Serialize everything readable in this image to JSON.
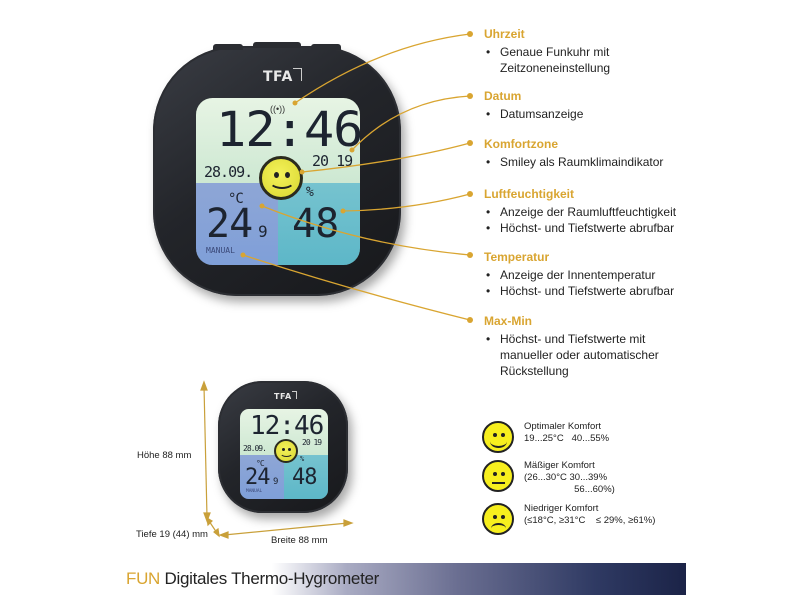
{
  "colors": {
    "accent_gold": "#d9a531",
    "smiley_yellow": "#f7ef1e",
    "device_black": "#1f2024",
    "footer_navy": "#1b2347"
  },
  "device_large": {
    "brand": "TFA",
    "time": "12:46",
    "date": "28.09.",
    "year": "20 19",
    "temp_unit": "°C",
    "temp_value": "24",
    "temp_decimal": "9",
    "humidity_unit": "%",
    "humidity_value": "48",
    "mode": "MANUAL",
    "icons": [
      "radio-signal-icon",
      "smiley-happy-icon"
    ]
  },
  "callouts": [
    {
      "title": "Uhrzeit",
      "bullets": [
        "Genaue Funkuhr mit\nZeitzoneneinstellung"
      ]
    },
    {
      "title": "Datum",
      "bullets": [
        "Datumsanzeige"
      ]
    },
    {
      "title": "Komfortzone",
      "bullets": [
        "Smiley als Raumklimaindikator"
      ]
    },
    {
      "title": "Luftfeuchtigkeit",
      "bullets": [
        "Anzeige der Raumluftfeuchtigkeit",
        "Höchst- und Tiefstwerte abrufbar"
      ]
    },
    {
      "title": "Temperatur",
      "bullets": [
        "Anzeige der Innentemperatur",
        "Höchst- und Tiefstwerte abrufbar"
      ]
    },
    {
      "title": "Max-Min",
      "bullets": [
        "Höchst- und Tiefstwerte mit manueller oder automatischer Rückstellung"
      ]
    }
  ],
  "dimensions": {
    "height": "Höhe 88 mm",
    "depth": "Tiefe 19 (44) mm",
    "width": "Breite 88 mm"
  },
  "device_small": {
    "brand": "TFA",
    "time": "12:46",
    "date": "28.09.",
    "year": "20 19",
    "temp_unit": "°C",
    "temp_value": "24",
    "temp_decimal": "9",
    "humidity_unit": "%",
    "humidity_value": "48",
    "mode": "MANUAL"
  },
  "comfort_legend": [
    {
      "icon": "smiley-happy-icon",
      "label": "Optimaler Komfort",
      "range": "19...25°C   40...55%"
    },
    {
      "icon": "smiley-neutral-icon",
      "label": "Mäßiger Komfort",
      "range": "(26...30°C 30...39%\n                   56...60%)"
    },
    {
      "icon": "smiley-sad-icon",
      "label": "Niedriger Komfort",
      "range": "(≤18°C, ≥31°C    ≤ 29%, ≥61%)"
    }
  ],
  "footer": {
    "brand": "FUN",
    "title": "Digitales Thermo-Hygrometer"
  }
}
